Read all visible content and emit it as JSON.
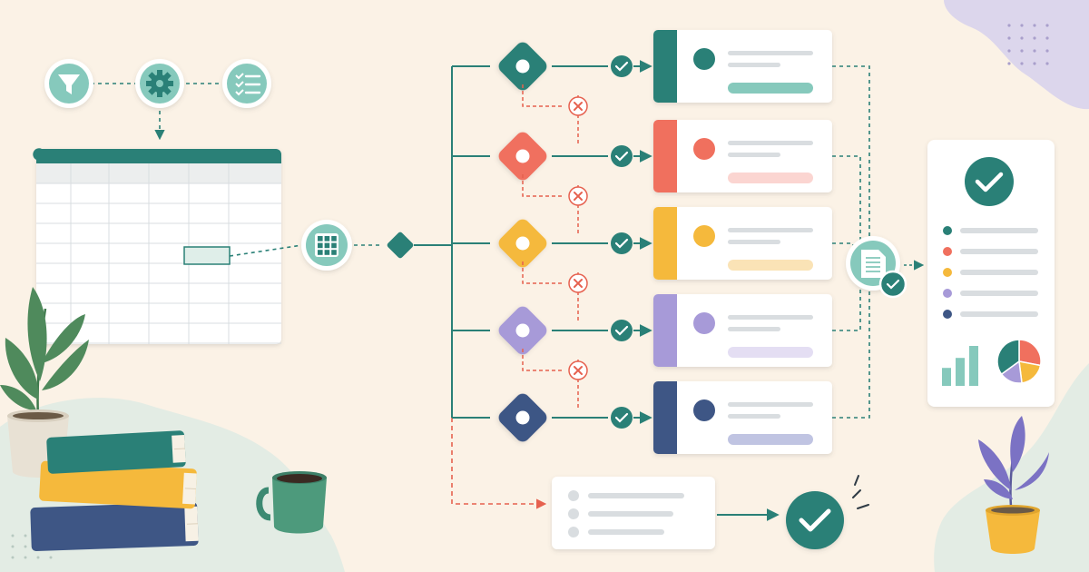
{
  "palette": {
    "teal": "#2a8077",
    "teal_light": "#86c9bc",
    "coral": "#f0705e",
    "coral_light": "#fbd5d1",
    "yellow": "#f5b93c",
    "yellow_light": "#fae3b6",
    "lavender": "#a79ad8",
    "lavender_light": "#e4def3",
    "navy": "#3e5685",
    "navy_light": "#c0c4e2",
    "mint_bg": "#e3ece4",
    "cream_bg": "#fbf2e6",
    "purple_blob": "#dcd6ec",
    "line_gray": "#d9dde0",
    "reject": "#e6614f"
  },
  "icons": {
    "input_row": [
      "filter-icon",
      "gear-icon",
      "checklist-icon"
    ],
    "router": "grid-icon",
    "merge": "document-check-icon",
    "final": "check-circle-icon"
  },
  "branches": [
    {
      "color_key": "teal",
      "light_key": "teal_light"
    },
    {
      "color_key": "coral",
      "light_key": "coral_light"
    },
    {
      "color_key": "yellow",
      "light_key": "yellow_light"
    },
    {
      "color_key": "lavender",
      "light_key": "lavender_light"
    },
    {
      "color_key": "navy",
      "light_key": "navy_light"
    }
  ],
  "summary_legend": [
    "teal",
    "coral",
    "yellow",
    "lavender",
    "navy"
  ],
  "summary_bars": [
    0.45,
    0.7,
    1.0
  ],
  "summary_pie": [
    {
      "color_key": "coral",
      "fraction": 0.28
    },
    {
      "color_key": "yellow",
      "fraction": 0.2
    },
    {
      "color_key": "lavender",
      "fraction": 0.17
    },
    {
      "color_key": "teal",
      "fraction": 0.35
    }
  ],
  "fallback_items": 3
}
